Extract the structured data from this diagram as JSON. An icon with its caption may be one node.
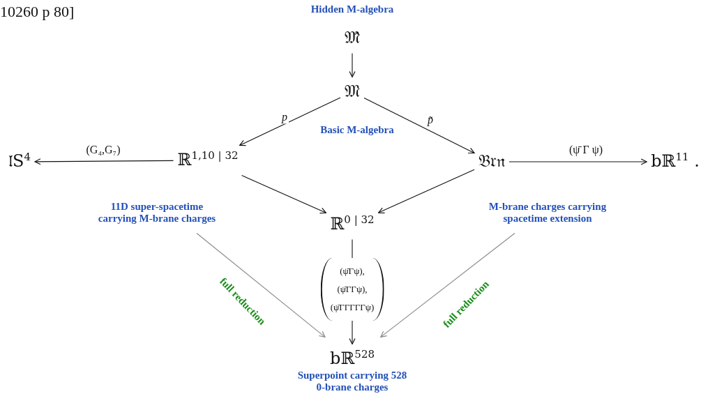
{
  "diagram": {
    "nodes": [
      {
        "text": [
          "𝔐̂"
        ],
        "beside": [
          "Hidden M-algebra"
        ]
      },
      {
        "text": [
          "𝔐"
        ],
        "beside": [
          "Basic M-algebra"
        ]
      },
      {
        "text": [
          "ℝ$^{1,10 | 32}$"
        ],
        "beside": [
          "11D super-spacetime carrying M-brane charges"
        ]
      },
      {
        "text": [
          "𝔩S$^{4}$"
        ]
      },
      {
        "text": [
          "𝔅𝔯𝔫"
        ],
        "beside": [
          "M-brane charges carrying spacetime extension"
        ]
      },
      {
        "text": [
          "bℝ$^{11}$ ."
        ]
      },
      {
        "text": [
          "ℝ$^{0 | 32}$"
        ]
      },
      {
        "text": [
          "bℝ$^{528}$"
        ],
        "beside": [
          "Superpoint carrying 528 0-brane charges"
        ]
      }
    ],
    "edges": [
      {
        "from": 0,
        "to": 1,
        "arrow": "to"
      },
      {
        "from": 1,
        "to": 2,
        "arrow": "to",
        "label": "p"
      },
      {
        "from": 1,
        "to": 4,
        "arrow": "to",
        "label": "p̃"
      },
      {
        "from": 2,
        "to": 3,
        "arrow": "to",
        "label": "(G₄,G₇)"
      },
      {
        "from": 4,
        "to": 5,
        "arrow": "to",
        "label": "(ψ̄ Γ ψ)"
      },
      {
        "from": 2,
        "to": 6,
        "arrow": "to"
      },
      {
        "from": 4,
        "to": 6,
        "arrow": "to"
      },
      {
        "from": 6,
        "to": 7,
        "arrow": "to",
        "label": "(ψ̄Γψ), (ψ̄ΓΓψ), (ψ̄ΓΓΓΓΓψ)"
      },
      {
        "from": 2,
        "to": 7,
        "arrow": "to",
        "label": "full reduction",
        "color": "#888888"
      },
      {
        "from": 4,
        "to": 7,
        "arrow": "to",
        "label": "full reduction",
        "color": "#888888"
      }
    ],
    "labels": [
      "10260 p 80]"
    ]
  }
}
